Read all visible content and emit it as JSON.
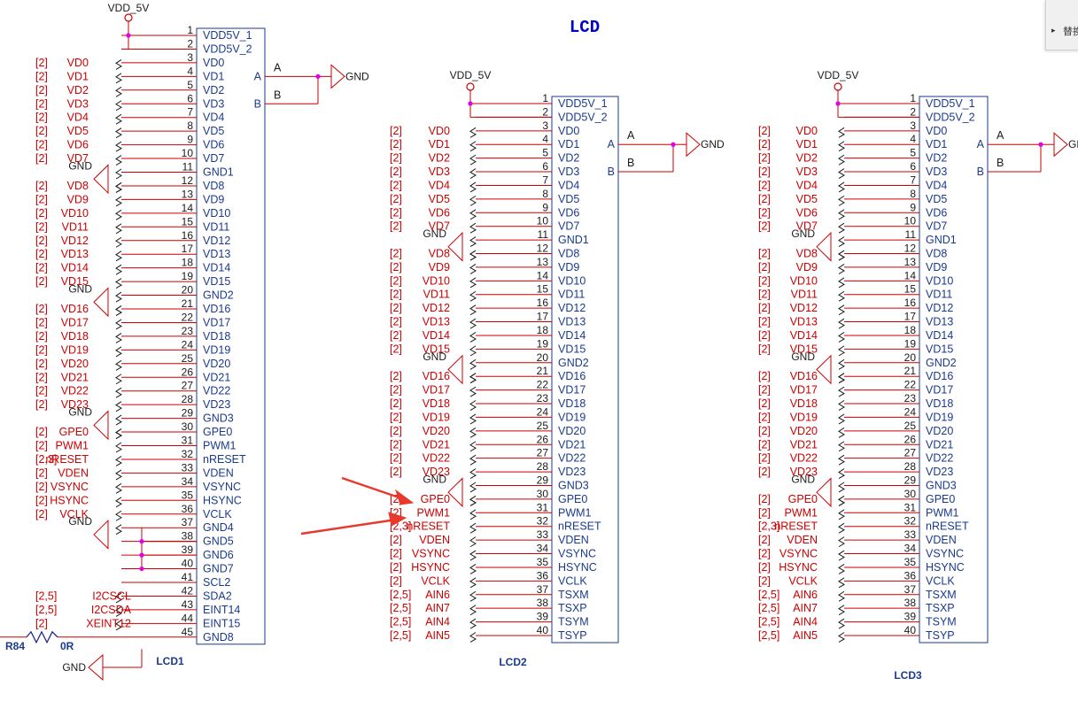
{
  "title": "LCD",
  "vdd": "VDD_5V",
  "gnd": "GND",
  "ref_tag": "[2]",
  "sig": [
    "VD0",
    "VD1",
    "VD2",
    "VD3",
    "VD4",
    "VD5",
    "VD6",
    "VD7",
    "",
    "VD8",
    "VD9",
    "VD10",
    "VD11",
    "VD12",
    "VD13",
    "VD14",
    "VD15",
    "",
    "VD16",
    "VD17",
    "VD18",
    "VD19",
    "VD20",
    "VD21",
    "VD22",
    "VD23",
    "",
    "GPE0",
    "PWM1",
    "nRESET",
    "VDEN",
    "VSYNC",
    "HSYNC",
    "VCLK"
  ],
  "sig_ref": [
    "[2]",
    "[2]",
    "[2]",
    "[2]",
    "[2]",
    "[2]",
    "[2]",
    "[2]",
    "",
    "[2]",
    "[2]",
    "[2]",
    "[2]",
    "[2]",
    "[2]",
    "[2]",
    "[2]",
    "",
    "[2]",
    "[2]",
    "[2]",
    "[2]",
    "[2]",
    "[2]",
    "[2]",
    "[2]",
    "",
    "[2]",
    "[2]",
    "[2,3]",
    "[2]",
    "[2]",
    "[2]",
    "[2]"
  ],
  "pin_names_45": [
    "VDD5V_1",
    "VDD5V_2",
    "VD0",
    "VD1",
    "VD2",
    "VD3",
    "VD4",
    "VD5",
    "VD6",
    "VD7",
    "GND1",
    "VD8",
    "VD9",
    "VD10",
    "VD11",
    "VD12",
    "VD13",
    "VD14",
    "VD15",
    "GND2",
    "VD16",
    "VD17",
    "VD18",
    "VD19",
    "VD20",
    "VD21",
    "VD22",
    "VD23",
    "GND3",
    "GPE0",
    "PWM1",
    "nRESET",
    "VDEN",
    "VSYNC",
    "HSYNC",
    "VCLK",
    "GND4",
    "GND5",
    "GND6",
    "GND7",
    "SCL2",
    "SDA2",
    "EINT14",
    "EINT15",
    "GND8"
  ],
  "pin_names_40_tail": [
    "TSXM",
    "TSXP",
    "TSYM",
    "TSYP"
  ],
  "lcd1_extra_signals": [
    {
      "ref": "[2,5]",
      "name": "I2CSCL"
    },
    {
      "ref": "[2,5]",
      "name": "I2CSDA"
    },
    {
      "ref": "[2]",
      "name": "XEINT12"
    }
  ],
  "touch_signals": [
    {
      "ref": "[2,5]",
      "name": "AIN6"
    },
    {
      "ref": "[2,5]",
      "name": "AIN7"
    },
    {
      "ref": "[2,5]",
      "name": "AIN4"
    },
    {
      "ref": "[2,5]",
      "name": "AIN5"
    }
  ],
  "resistor": {
    "ref": "R84",
    "value": "0R"
  },
  "pin_a": "A",
  "pin_b": "B",
  "parts": [
    "LCD1",
    "LCD2",
    "LCD3"
  ],
  "side_tab_text": "替换",
  "colors": {
    "red": "#cc0000",
    "blue": "#1a3a8c",
    "magenta": "#e600e6",
    "arrow": "#e8392d",
    "title": "#0000cc"
  }
}
